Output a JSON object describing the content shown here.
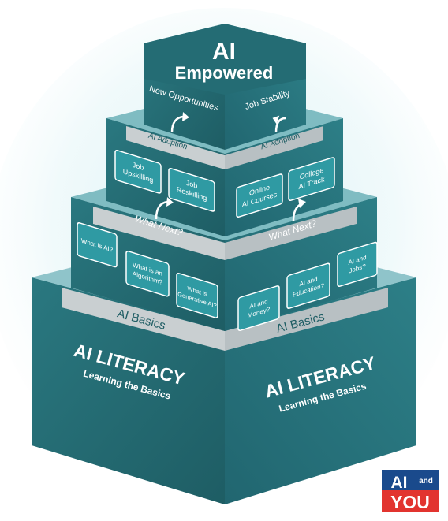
{
  "colors": {
    "teal_dark": "#1f5f66",
    "teal_mid": "#2b7b83",
    "teal_light": "#3d98a0",
    "box_fill": "#2f9aa3",
    "gray_band": "#c9cfd1",
    "glow": "#bfe6ec",
    "brand_blue": "#1a4a8c",
    "brand_red": "#e2342f"
  },
  "top": {
    "title_line1": "AI",
    "title_line2": "Empowered",
    "left_label": "New Opportunities",
    "right_label": "Job Stability"
  },
  "level2": {
    "left_band": "AI Adoption",
    "right_band": "AI Adoption",
    "left_boxes": [
      [
        "Job",
        "Upskilling"
      ],
      [
        "Job",
        "Reskilling"
      ]
    ],
    "right_boxes": [
      [
        "Online",
        "AI Courses"
      ],
      [
        "College",
        "AI Track"
      ]
    ]
  },
  "level3": {
    "left_band": "What Next?",
    "right_band": "What Next?",
    "left_boxes": [
      [
        "What is AI?"
      ],
      [
        "What is an",
        "Algorithm?"
      ],
      [
        "What is",
        "Generative AI?"
      ]
    ],
    "right_boxes": [
      [
        "AI and",
        "Money?"
      ],
      [
        "AI and",
        "Education?"
      ],
      [
        "AI and",
        "Jobs?"
      ]
    ],
    "left_basics": "AI Basics",
    "right_basics": "AI Basics"
  },
  "base": {
    "left_title": "AI LITERACY",
    "left_subtitle": "Learning the Basics",
    "right_title": "AI LITERACY",
    "right_subtitle": "Learning the Basics"
  },
  "logo": {
    "word_ai": "AI",
    "word_and": "and",
    "word_you": "YOU"
  }
}
